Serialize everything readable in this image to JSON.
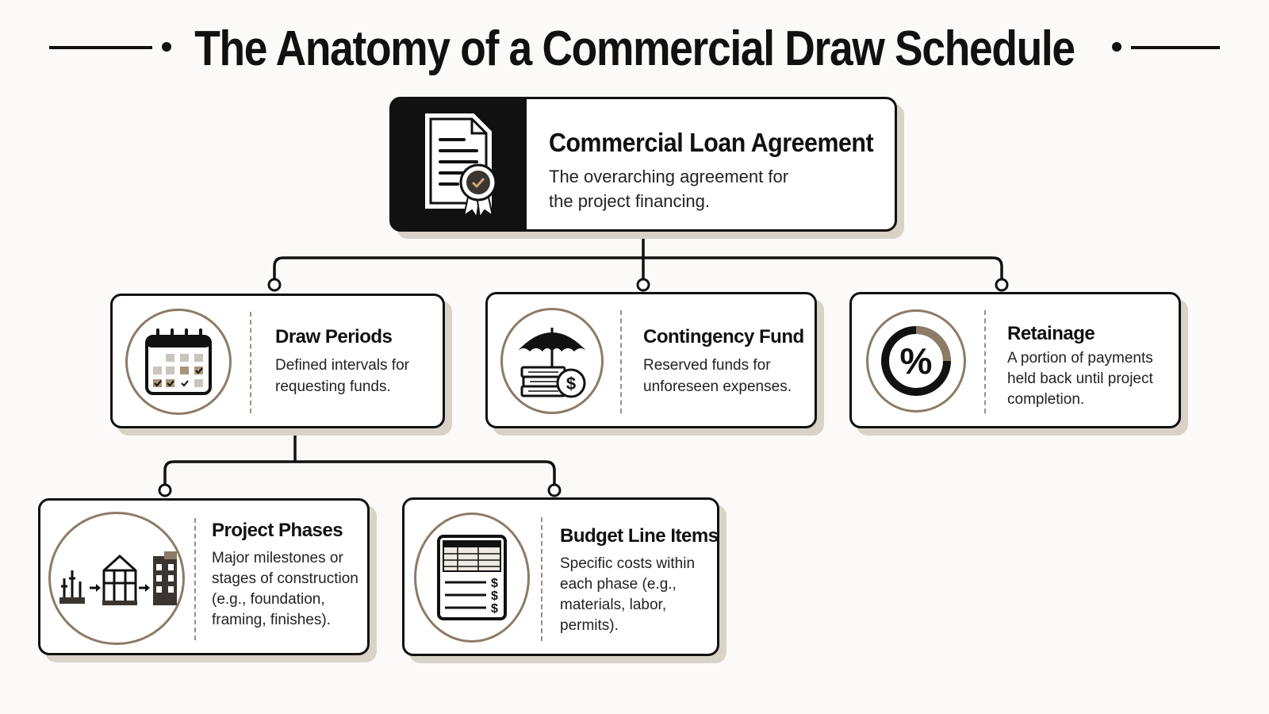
{
  "title": "The Anatomy of a Commercial Draw Schedule",
  "root": {
    "heading": "Commercial Loan Agreement",
    "description": "The overarching agreement for the project financing.",
    "icon": "certificate-document-icon"
  },
  "level1": [
    {
      "heading": "Draw Periods",
      "description": "Defined intervals for requesting funds.",
      "icon": "calendar-icon"
    },
    {
      "heading": "Contingency Fund",
      "description": "Reserved funds for unforeseen expenses.",
      "icon": "umbrella-money-icon"
    },
    {
      "heading": "Retainage",
      "description": "A portion of payments held back until project completion.",
      "icon": "percent-icon"
    }
  ],
  "level2": [
    {
      "heading": "Project Phases",
      "description": "Major milestones or stages of construction (e.g., foundation, framing, finishes).",
      "icon": "construction-phases-icon"
    },
    {
      "heading": "Budget Line Items",
      "description": "Specific costs within each phase (e.g., materials, labor, permits).",
      "icon": "budget-sheet-icon"
    }
  ],
  "colors": {
    "ink": "#111111",
    "accent": "#8c7b66",
    "shadow": "#d8d2c8",
    "background": "#fbfaf8"
  }
}
